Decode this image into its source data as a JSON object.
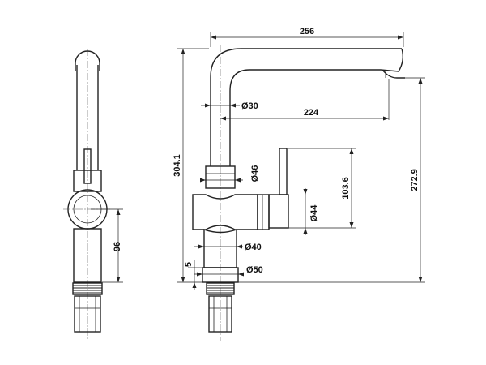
{
  "dimensions": {
    "total_reach": "256",
    "spout_diameter": "Ø30",
    "spout_reach": "224",
    "total_height": "304.1",
    "body_diameter": "Ø46",
    "handle_height": "103.6",
    "handle_diameter": "Ø44",
    "spout_height": "272.9",
    "base_diameter_upper": "Ø40",
    "base_height": "5",
    "base_diameter_lower": "Ø50",
    "side_handle_height": "96"
  }
}
